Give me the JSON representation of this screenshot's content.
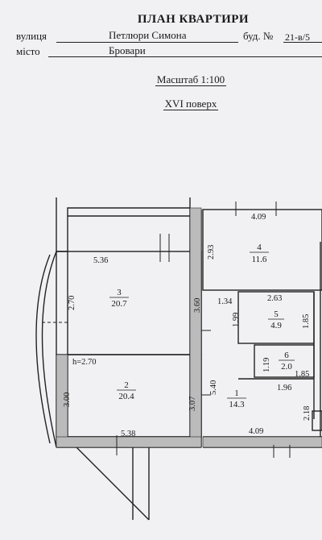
{
  "header": {
    "title": "ПЛАН КВАРТИРИ",
    "street_label": "вулиця",
    "street_value": "Петлюри Симона",
    "building_label": "буд. №",
    "building_value": "21-в/5",
    "city_label": "місто",
    "city_value": "Бровари",
    "scale": "Масштаб 1:100",
    "floor": "XVI поверх"
  },
  "rooms": [
    {
      "number": "1",
      "area": "14.3"
    },
    {
      "number": "2",
      "area": "20.4"
    },
    {
      "number": "3",
      "area": "20.7"
    },
    {
      "number": "4",
      "area": "11.6"
    },
    {
      "number": "5",
      "area": "4.9"
    },
    {
      "number": "6",
      "area": "2.0"
    }
  ],
  "dimensions": {
    "d409_top": "4.09",
    "d293": "2.93",
    "d536": "5.36",
    "d270": "2.70",
    "d360": "3.60",
    "d134": "1.34",
    "d263": "2.63",
    "d199": "1.99",
    "d185_a": "1.85",
    "d540": "5.40",
    "d119": "1.19",
    "d185_b": "1.85",
    "d196": "1.96",
    "d300": "3.00",
    "d307": "3.07",
    "d218": "2.18",
    "d538": "5.38",
    "d409_bottom": "4.09",
    "ceiling_height": "h=2.70"
  }
}
